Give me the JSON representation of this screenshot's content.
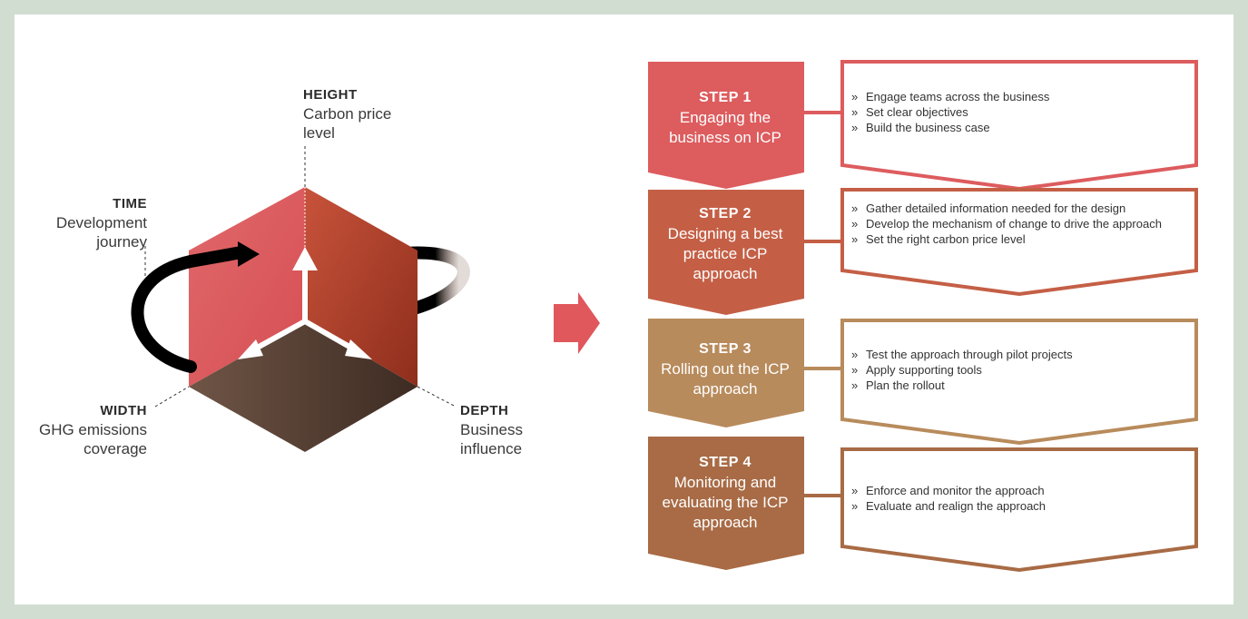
{
  "dimensions": {
    "height": {
      "title": "HEIGHT",
      "subtitle": "Carbon price level"
    },
    "time": {
      "title": "TIME",
      "subtitle": "Development journey"
    },
    "width": {
      "title": "WIDTH",
      "subtitle": "GHG emissions coverage"
    },
    "depth": {
      "title": "DEPTH",
      "subtitle": "Business influence"
    }
  },
  "steps": [
    {
      "number": "STEP 1",
      "title": "Engaging the business on ICP",
      "color": "#dd5c5e",
      "bullets": [
        "Engage teams across the business",
        "Set clear objectives",
        "Build the business case"
      ]
    },
    {
      "number": "STEP 2",
      "title": "Designing a best practice ICP approach",
      "color": "#c45f46",
      "bullets": [
        "Gather detailed information needed for the design",
        "Develop the mechanism of change to drive the approach",
        "Set the right carbon price level"
      ]
    },
    {
      "number": "STEP 3",
      "title": "Rolling out the ICP approach",
      "color": "#b88b5c",
      "bullets": [
        "Test the approach through pilot projects",
        "Apply supporting tools",
        "Plan the rollout"
      ]
    },
    {
      "number": "STEP 4",
      "title": "Monitoring and evaluating the ICP approach",
      "color": "#a86b45",
      "bullets": [
        "Enforce and monitor the approach",
        "Evaluate and realign the approach"
      ]
    }
  ],
  "colors": {
    "background": "#d2ddd1",
    "connector_arrow": "#e0575c",
    "cube_top_left": "#dc5d60",
    "cube_top_right": "#b0432d",
    "cube_bottom": "#5e4535"
  }
}
